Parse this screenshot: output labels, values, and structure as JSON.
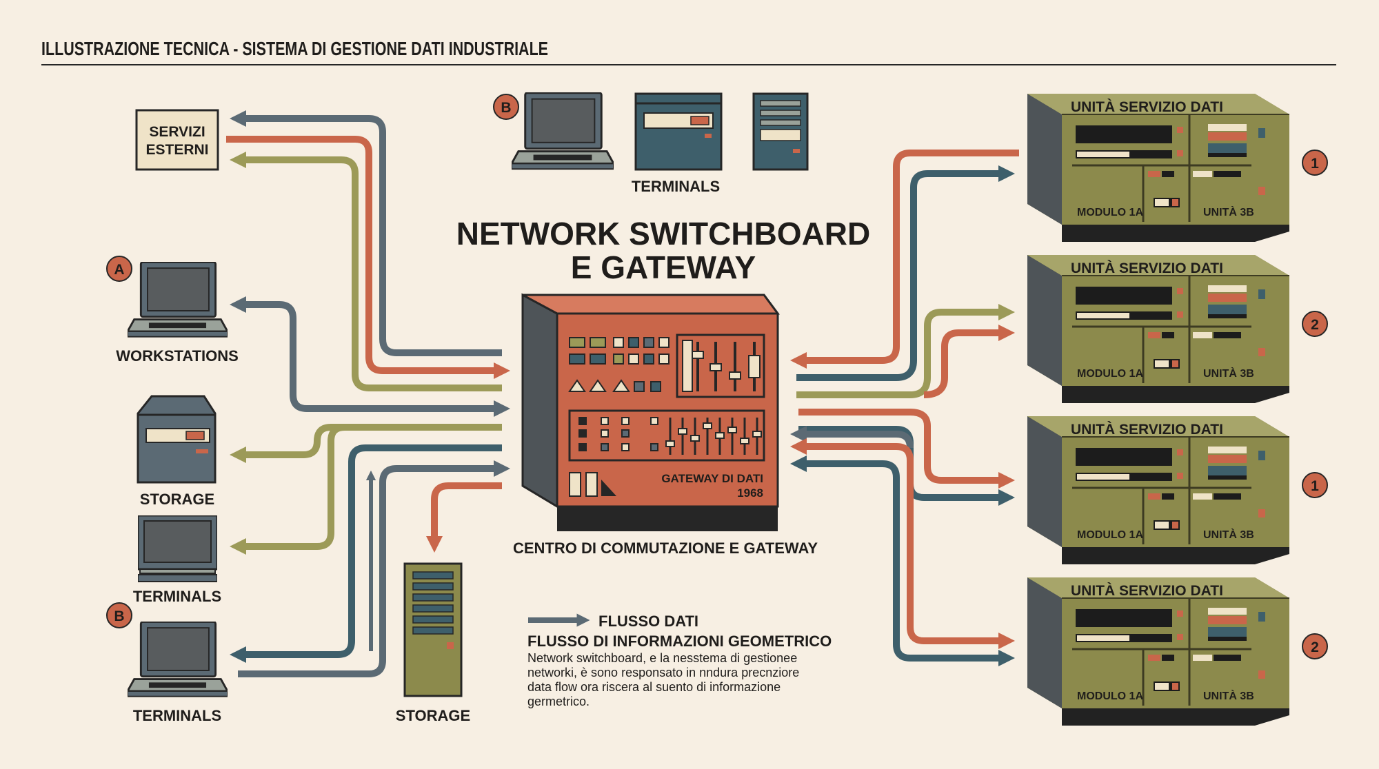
{
  "header": {
    "title": "ILLUSTRAZIONE TECNICA - SISTEMA DI GESTIONE DATI INDUSTRIALE"
  },
  "central": {
    "title_line1": "NETWORK SWITCHBOARD",
    "title_line2": "E GATEWAY",
    "plate_line1": "GATEWAY DI DATI",
    "plate_line2": "1968",
    "caption": "CENTRO DI COMMUTAZIONE E GATEWAY"
  },
  "left_devices": {
    "servizi_line1": "SERVIZI",
    "servizi_line2": "ESTERNI",
    "workstations": "WORKSTATIONS",
    "storage": "STORAGE",
    "terminals_mid": "TERMINALS",
    "terminals_bottom": "TERMINALS",
    "badge_a": "A",
    "badge_b": "B"
  },
  "top_devices": {
    "label": "TERMINALS",
    "badge_b": "B"
  },
  "bottom_storage": {
    "label": "STORAGE"
  },
  "right_units": [
    {
      "title": "UNITÀ SERVIZIO DATI",
      "module_left": "MODULO 1A",
      "module_right": "UNITÀ 3B",
      "badge": "1"
    },
    {
      "title": "UNITÀ SERVIZIO DATI",
      "module_left": "MODULO 1A",
      "module_right": "UNITÀ 3B",
      "badge": "2"
    },
    {
      "title": "UNITÀ SERVIZIO DATI",
      "module_left": "MODULO 1A",
      "module_right": "UNITÀ 3B",
      "badge": "1"
    },
    {
      "title": "UNITÀ SERVIZIO DATI",
      "module_left": "MODULO 1A",
      "module_right": "UNITÀ 3B",
      "badge": "2"
    }
  ],
  "legend": {
    "arrow_label": "FLUSSO DATI",
    "heading": "FLUSSO DI INFORMAZIONI GEOMETRICO",
    "body_line1": "Network switchboard, e la nesstema di gestionee",
    "body_line2": "networki, è sono responsato in nndura precnziore",
    "body_line3": "data flow ora riscera al suento di informazione",
    "body_line4": "germetrico."
  },
  "colors": {
    "background": "#f7efe3",
    "orange": "#c9664a",
    "olive": "#9c9a58",
    "slate": "#5b6a74",
    "teal": "#3e5f6b",
    "unit_olive": "#8c8a4c",
    "dark": "#262626"
  }
}
